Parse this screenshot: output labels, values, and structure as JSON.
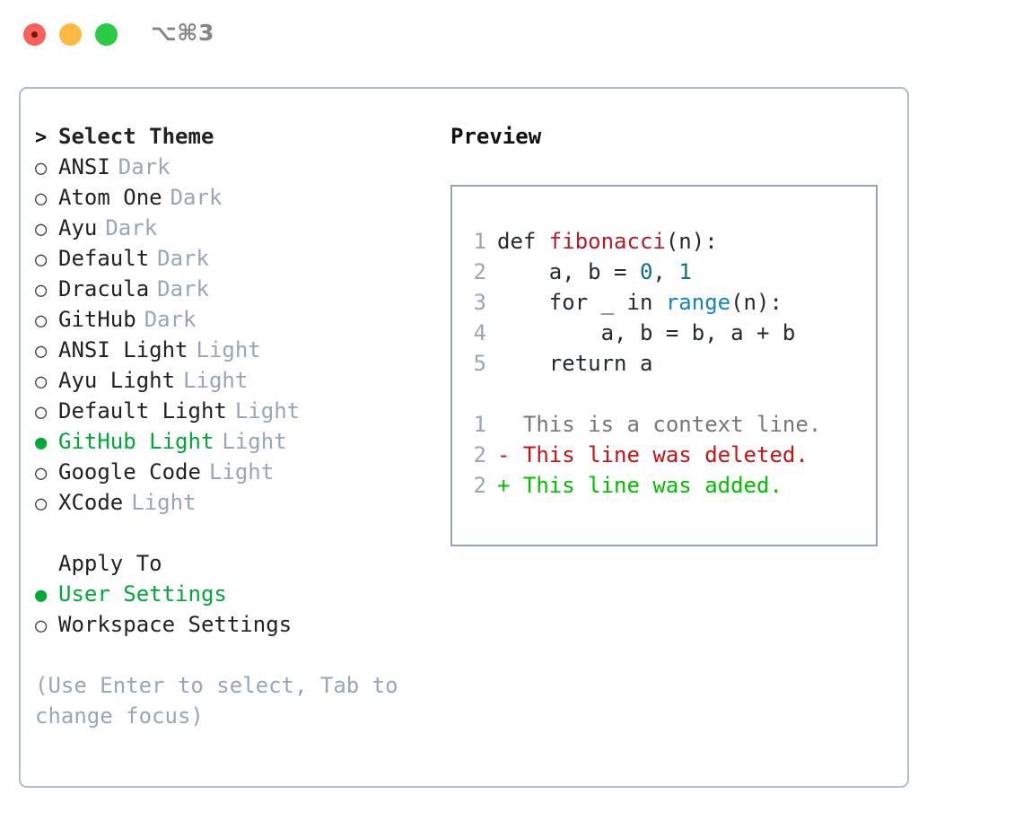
{
  "window": {
    "title": "⌥⌘3",
    "traffic_lights": [
      "close",
      "minimize",
      "maximize"
    ],
    "accent_green": "#00a838",
    "muted_blue_gray": "#9aa6b6",
    "border_color": "#b3bcc8"
  },
  "theme_select": {
    "header_marker": ">",
    "header_label": "Select Theme",
    "marker_unselected": "○",
    "marker_selected": "●",
    "items": [
      {
        "marker": "○",
        "label": "ANSI",
        "tag": "Dark",
        "selected": false
      },
      {
        "marker": "○",
        "label": "Atom One",
        "tag": "Dark",
        "selected": false
      },
      {
        "marker": "○",
        "label": "Ayu",
        "tag": "Dark",
        "selected": false
      },
      {
        "marker": "○",
        "label": "Default",
        "tag": "Dark",
        "selected": false
      },
      {
        "marker": "○",
        "label": "Dracula",
        "tag": "Dark",
        "selected": false
      },
      {
        "marker": "○",
        "label": "GitHub",
        "tag": "Dark",
        "selected": false
      },
      {
        "marker": "○",
        "label": "ANSI Light",
        "tag": "Light",
        "selected": false
      },
      {
        "marker": "○",
        "label": "Ayu Light",
        "tag": "Light",
        "selected": false
      },
      {
        "marker": "○",
        "label": "Default Light",
        "tag": "Light",
        "selected": false
      },
      {
        "marker": "●",
        "label": "GitHub Light",
        "tag": "Light",
        "selected": true
      },
      {
        "marker": "○",
        "label": "Google Code",
        "tag": "Light",
        "selected": false
      },
      {
        "marker": "○",
        "label": "XCode",
        "tag": "Light",
        "selected": false
      }
    ]
  },
  "apply_to": {
    "header_label": "Apply To",
    "items": [
      {
        "marker": "●",
        "label": "User Settings",
        "selected": true
      },
      {
        "marker": "○",
        "label": "Workspace Settings",
        "selected": false
      }
    ]
  },
  "hint": "(Use Enter to select, Tab to change focus)",
  "preview": {
    "title": "Preview",
    "code_lines": [
      {
        "num": "1",
        "indent": "",
        "parts": [
          {
            "t": "def ",
            "c": "plain"
          },
          {
            "t": "fibonacci",
            "c": "fn"
          },
          {
            "t": "(n):",
            "c": "plain"
          }
        ]
      },
      {
        "num": "2",
        "indent": "    ",
        "parts": [
          {
            "t": "a, b = ",
            "c": "plain"
          },
          {
            "t": "0",
            "c": "num"
          },
          {
            "t": ", ",
            "c": "plain"
          },
          {
            "t": "1",
            "c": "num"
          }
        ]
      },
      {
        "num": "3",
        "indent": "    ",
        "parts": [
          {
            "t": "for _ in ",
            "c": "plain"
          },
          {
            "t": "range",
            "c": "bi"
          },
          {
            "t": "(n):",
            "c": "plain"
          }
        ]
      },
      {
        "num": "4",
        "indent": "        ",
        "parts": [
          {
            "t": "a, b = b, a + b",
            "c": "plain"
          }
        ]
      },
      {
        "num": "5",
        "indent": "    ",
        "parts": [
          {
            "t": "return a",
            "c": "plain"
          }
        ]
      }
    ],
    "diff_lines": [
      {
        "num": "1",
        "sign": " ",
        "text": "This is a context line.",
        "kind": "ctx"
      },
      {
        "num": "2",
        "sign": "-",
        "text": "This line was deleted.",
        "kind": "del"
      },
      {
        "num": "2",
        "sign": "+",
        "text": "This line was added.",
        "kind": "add"
      }
    ]
  }
}
